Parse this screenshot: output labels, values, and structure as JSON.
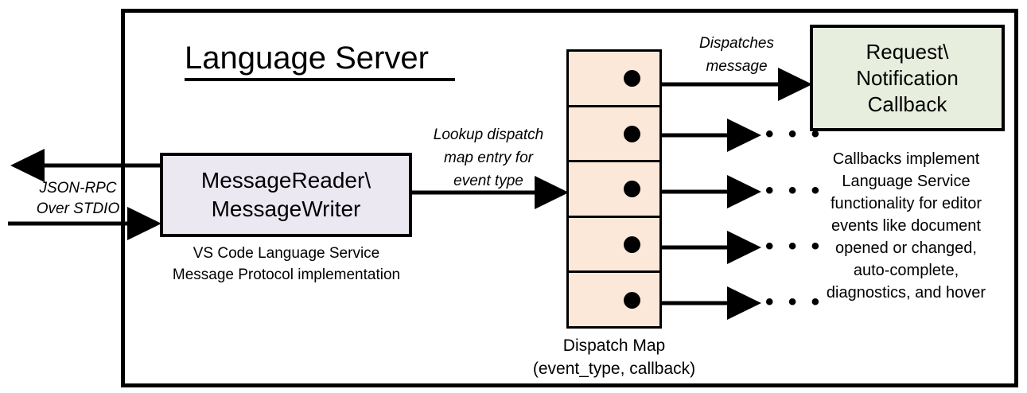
{
  "diagram": {
    "title": "Language Server",
    "frame_border_color": "#000000"
  },
  "message_box": {
    "line1": "MessageReader\\",
    "line2": "MessageWriter",
    "fill_color": "#ebe8f2",
    "caption_line1": "VS Code Language Service",
    "caption_line2": "Message Protocol implementation"
  },
  "transport": {
    "label_line1": "JSON-RPC",
    "label_line2": "Over STDIO"
  },
  "lookup": {
    "label_line1": "Lookup dispatch",
    "label_line2": "map entry for",
    "label_line3": "event type"
  },
  "dispatches": {
    "label_line1": "Dispatches",
    "label_line2": "message"
  },
  "dispatch_map": {
    "fill_color": "#fce8d9",
    "cell_count": 5,
    "caption_line1": "Dispatch Map",
    "caption_line2": "(event_type, callback)",
    "ellipsis": "• • •"
  },
  "callback": {
    "line1": "Request\\",
    "line2": "Notification",
    "line3": "Callback",
    "fill_color": "#e8eedd",
    "caption_line1": "Callbacks implement",
    "caption_line2": "Language Service",
    "caption_line3": "functionality for editor",
    "caption_line4": "events like document",
    "caption_line5": "opened or changed,",
    "caption_line6": "auto-complete,",
    "caption_line7": "diagnostics, and hover"
  }
}
